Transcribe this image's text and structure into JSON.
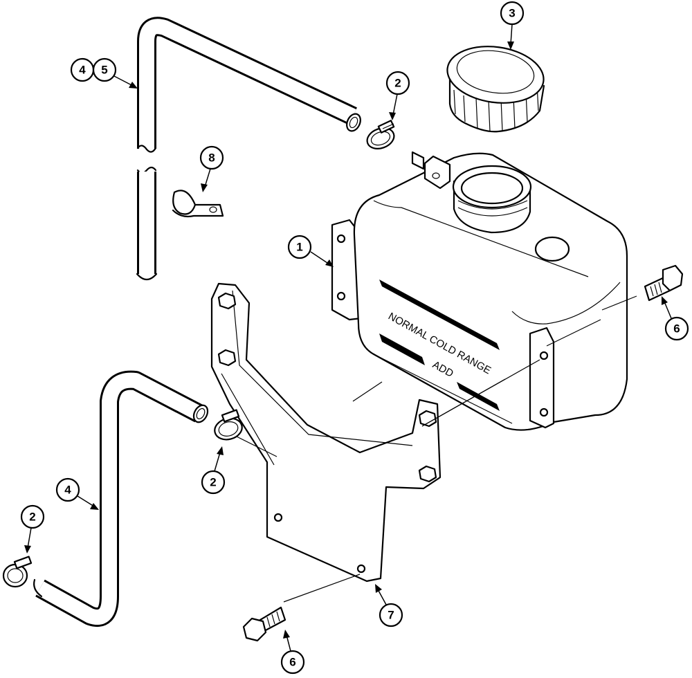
{
  "tank_decal": {
    "line1": "NORMAL COLD RANGE",
    "line2": "ADD"
  },
  "callouts": {
    "tank": "1",
    "clamp_upper": "2",
    "clamp_middle": "2",
    "clamp_lower_left": "2",
    "cap": "3",
    "hose_upper_a": "4",
    "hose_upper_b": "5",
    "hose_lower": "4",
    "bolt_right": "6",
    "bolt_bottom": "6",
    "bracket": "7",
    "hose_clip": "8"
  }
}
